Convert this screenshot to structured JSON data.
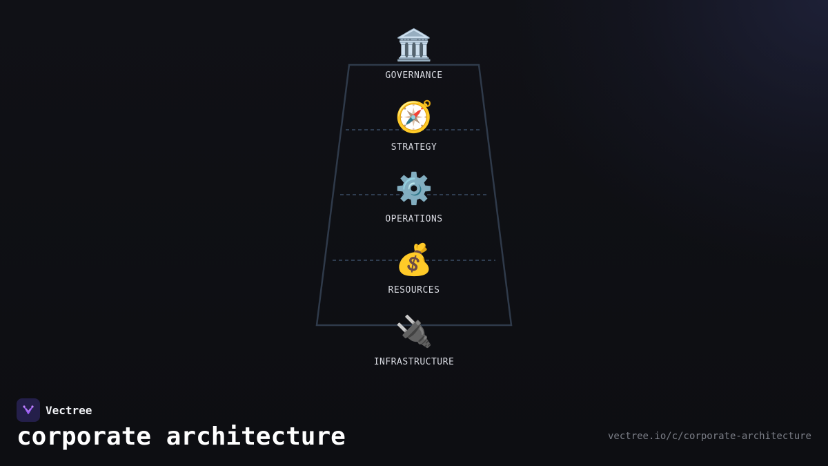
{
  "diagram": {
    "layers": [
      {
        "icon": "🏛️",
        "icon_name": "classical-building-icon",
        "label": "GOVERNANCE"
      },
      {
        "icon": "🧭",
        "icon_name": "compass-icon",
        "label": "STRATEGY"
      },
      {
        "icon": "⚙️",
        "icon_name": "gear-icon",
        "label": "OPERATIONS"
      },
      {
        "icon": "💰",
        "icon_name": "money-bag-icon",
        "label": "RESOURCES"
      },
      {
        "icon": "🔌",
        "icon_name": "electric-plug-icon",
        "label": "INFRASTRUCTURE"
      }
    ],
    "outline_color": "#2f3a4a",
    "divider_color": "#2f3d50"
  },
  "brand": {
    "name": "Vectree",
    "logo_bg": "#241f4a",
    "logo_accent": "#9b5cf6"
  },
  "title": "corporate architecture",
  "url": "vectree.io/c/corporate-architecture"
}
